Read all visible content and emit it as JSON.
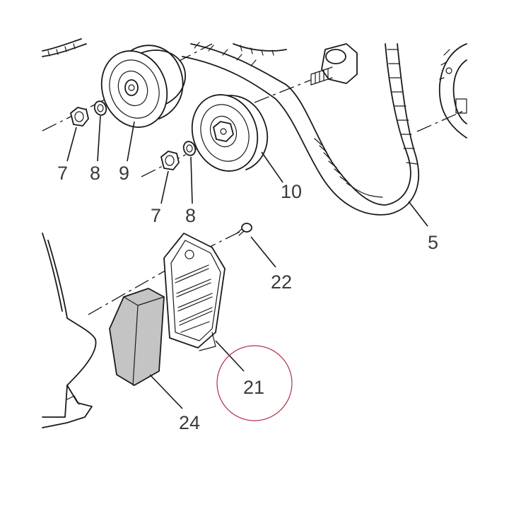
{
  "callouts": {
    "c7a": "7",
    "c8a": "8",
    "c9": "9",
    "c7b": "7",
    "c8b": "8",
    "c10": "10",
    "c5": "5",
    "c22": "22",
    "c21": "21",
    "c24": "24"
  },
  "colors": {
    "line": "#1a1a1a",
    "pad_fill": "#c4c4c4",
    "highlight_circle": "#b03048",
    "label": "#3a3a3a"
  }
}
